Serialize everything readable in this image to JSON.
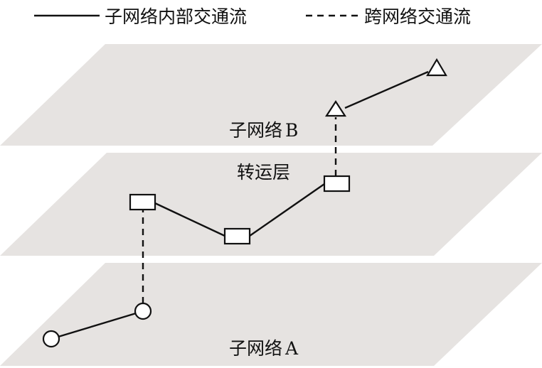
{
  "legend": {
    "intra": "子网络内部交通流",
    "inter": "跨网络交通流"
  },
  "layers": {
    "top": {
      "label_cn": "子网络",
      "label_latin": "B"
    },
    "middle": {
      "label_cn": "转运层"
    },
    "bottom": {
      "label_cn": "子网络",
      "label_latin": "A"
    }
  },
  "colors": {
    "plane": "#e6e3e1",
    "line": "#111111",
    "node_fill": "#ffffff"
  },
  "nodes": [
    {
      "id": "a1",
      "layer": "bottom",
      "shape": "circle"
    },
    {
      "id": "a2",
      "layer": "bottom",
      "shape": "circle"
    },
    {
      "id": "t1",
      "layer": "middle",
      "shape": "rectangle"
    },
    {
      "id": "t2",
      "layer": "middle",
      "shape": "rectangle"
    },
    {
      "id": "t3",
      "layer": "middle",
      "shape": "rectangle"
    },
    {
      "id": "b1",
      "layer": "top",
      "shape": "triangle"
    },
    {
      "id": "b2",
      "layer": "top",
      "shape": "triangle"
    }
  ],
  "edges": [
    {
      "from": "a1",
      "to": "a2",
      "style": "solid"
    },
    {
      "from": "a2",
      "to": "t1",
      "style": "dashed"
    },
    {
      "from": "t1",
      "to": "t2",
      "style": "solid"
    },
    {
      "from": "t2",
      "to": "t3",
      "style": "solid"
    },
    {
      "from": "t3",
      "to": "b1",
      "style": "dashed"
    },
    {
      "from": "b1",
      "to": "b2",
      "style": "solid"
    }
  ]
}
